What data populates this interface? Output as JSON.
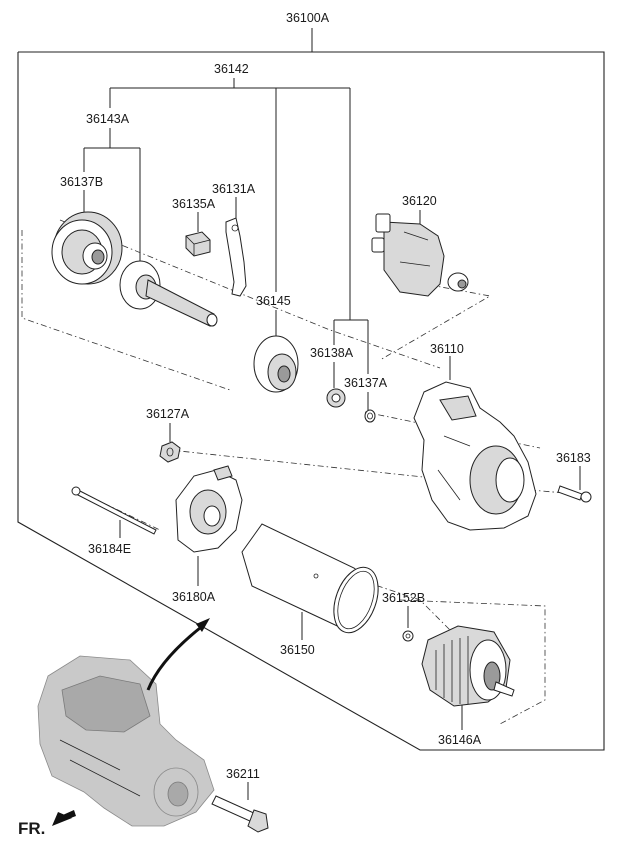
{
  "labels": {
    "p36100A": "36100A",
    "p36142": "36142",
    "p36143A": "36143A",
    "p36137B": "36137B",
    "p36135A": "36135A",
    "p36131A": "36131A",
    "p36145": "36145",
    "p36120": "36120",
    "p36138A": "36138A",
    "p36137A": "36137A",
    "p36110": "36110",
    "p36127A": "36127A",
    "p36183": "36183",
    "p36184E": "36184E",
    "p36180A": "36180A",
    "p36152B": "36152B",
    "p36150": "36150",
    "p36146A": "36146A",
    "p36211": "36211",
    "fr": "FR."
  }
}
